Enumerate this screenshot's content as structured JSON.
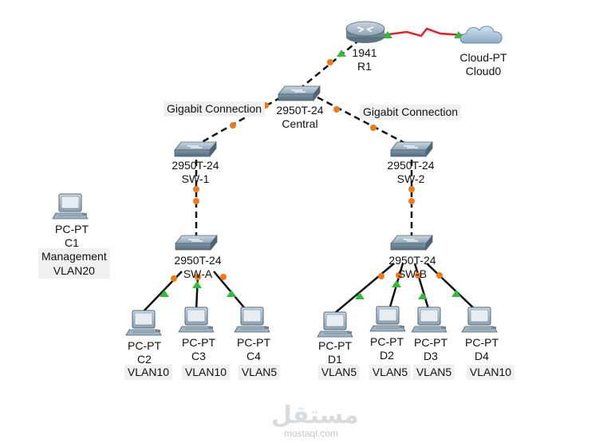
{
  "devices": {
    "router": {
      "model": "1941",
      "name": "R1",
      "icon": "router-icon"
    },
    "cloud": {
      "model": "Cloud-PT",
      "name": "Cloud0",
      "icon": "cloud-icon"
    },
    "central": {
      "model": "2950T-24",
      "name": "Central",
      "icon": "switch-icon"
    },
    "sw1": {
      "model": "2950T-24",
      "name": "SW-1",
      "icon": "switch-icon"
    },
    "sw2": {
      "model": "2950T-24",
      "name": "SW-2",
      "icon": "switch-icon"
    },
    "swa": {
      "model": "2950T-24",
      "name": "SW-A",
      "icon": "switch-icon"
    },
    "swb": {
      "model": "2950T-24",
      "name": "SW-B",
      "icon": "switch-icon"
    },
    "c1": {
      "model": "PC-PT",
      "name": "C1",
      "note1": "Management",
      "note2": "VLAN20",
      "icon": "pc-icon"
    },
    "c2": {
      "model": "PC-PT",
      "name": "C2",
      "vlan": "VLAN10",
      "icon": "pc-icon"
    },
    "c3": {
      "model": "PC-PT",
      "name": "C3",
      "vlan": "VLAN10",
      "icon": "pc-icon"
    },
    "c4": {
      "model": "PC-PT",
      "name": "C4",
      "vlan": "VLAN5",
      "icon": "pc-icon"
    },
    "d1": {
      "model": "PC-PT",
      "name": "D1",
      "vlan": "VLAN5",
      "icon": "pc-icon"
    },
    "d2": {
      "model": "PC-PT",
      "name": "D2",
      "vlan": "VLAN5",
      "icon": "pc-icon"
    },
    "d3": {
      "model": "PC-PT",
      "name": "D3",
      "vlan": "VLAN5",
      "icon": "pc-icon"
    },
    "d4": {
      "model": "PC-PT",
      "name": "D4",
      "vlan": "VLAN10",
      "icon": "pc-icon"
    }
  },
  "notes": {
    "left_link": "Gigabit Connection",
    "right_link": "Gigabit Connection"
  },
  "watermark": {
    "arabic": "مستقل",
    "latin": "mostaql.com"
  },
  "colors": {
    "serial_link": "#e0202a",
    "link": "#111111",
    "port_up": "#2ebd3a",
    "port_down": "#f07a18",
    "device_body": "#8fa6b6",
    "background_note": "#eef0f2"
  }
}
